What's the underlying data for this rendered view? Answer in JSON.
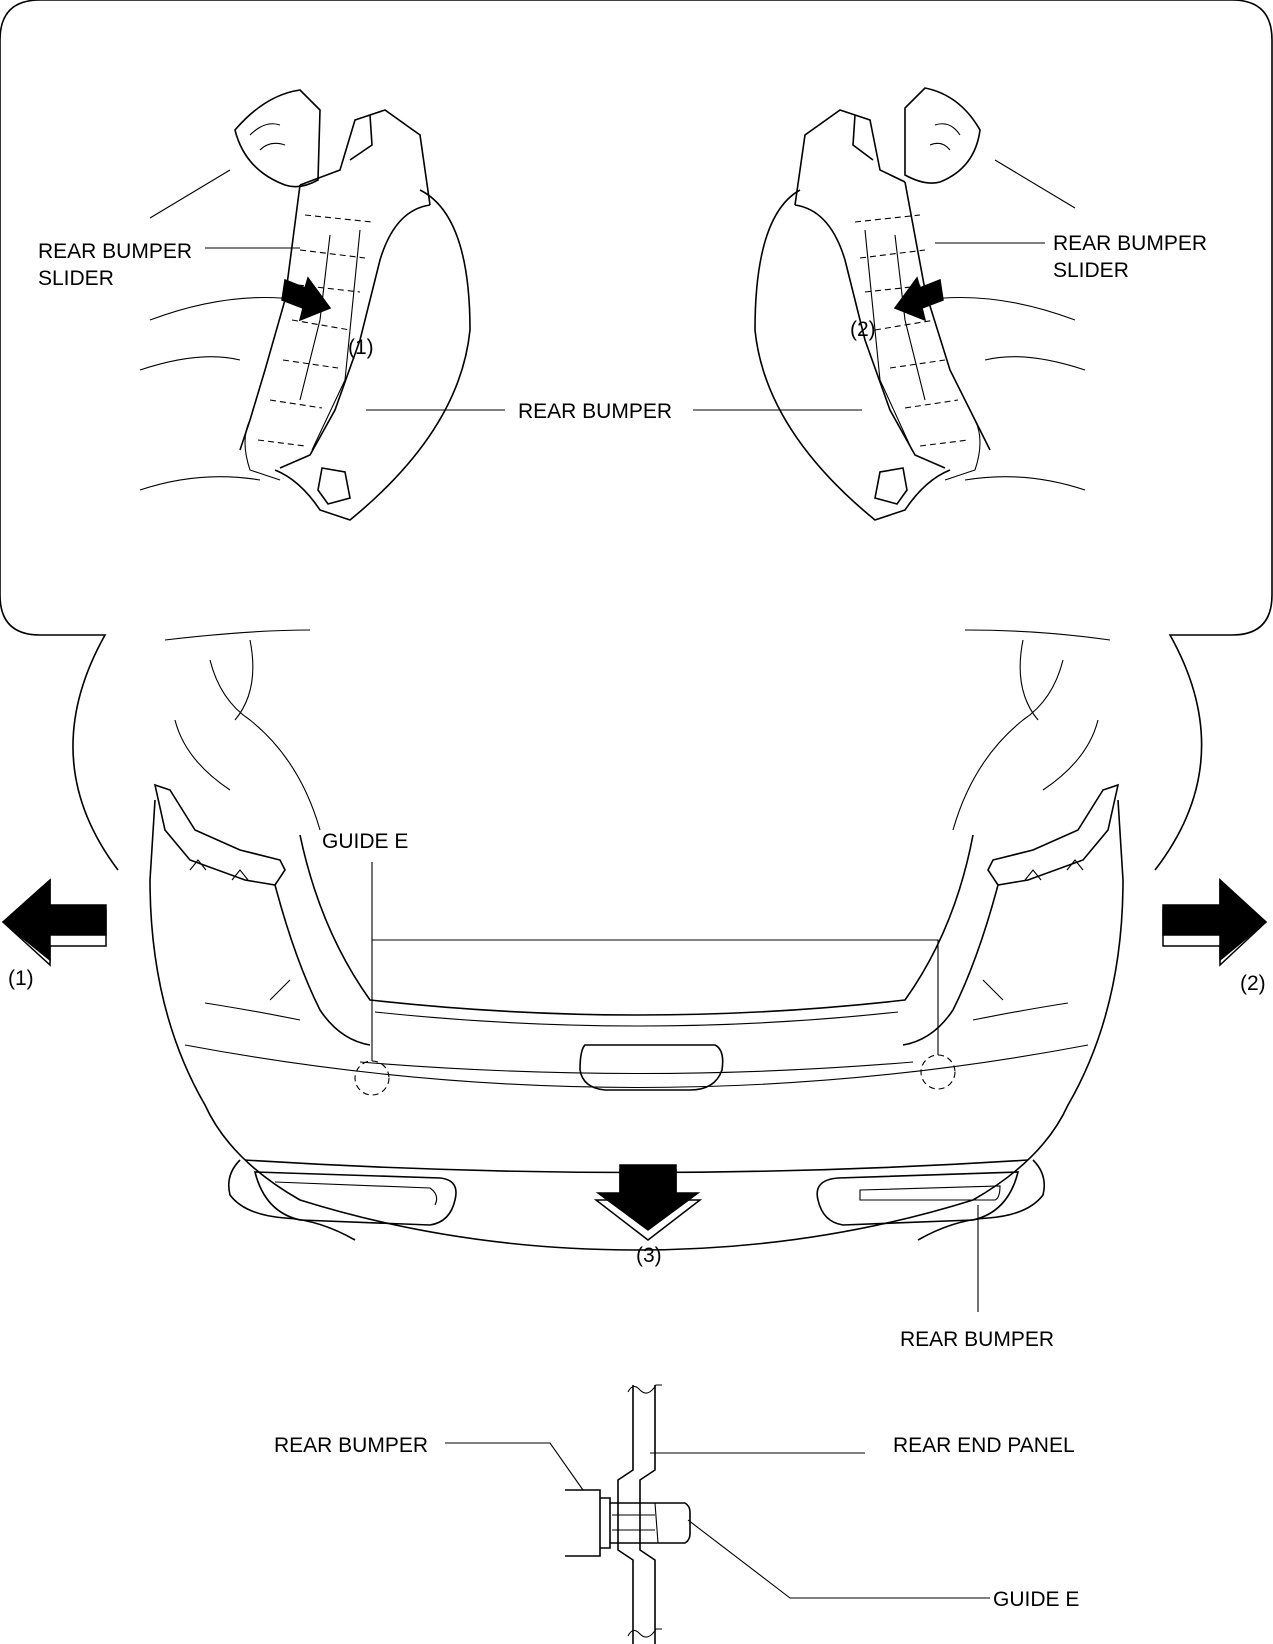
{
  "labels": {
    "rear_bumper_slider_left_line1": "REAR BUMPER",
    "rear_bumper_slider_left_line2": "SLIDER",
    "rear_bumper_slider_right_line1": "REAR BUMPER",
    "rear_bumper_slider_right_line2": "SLIDER",
    "rear_bumper_top": "REAR BUMPER",
    "step_1_detail": "(1)",
    "step_2_detail": "(2)",
    "guide_e_main": "GUIDE E",
    "step_1_side": "(1)",
    "step_2_side": "(2)",
    "step_3": "(3)",
    "rear_bumper_bottom": "REAR BUMPER",
    "section_rear_bumper": "REAR BUMPER",
    "section_rear_end_panel": "REAR END PANEL",
    "section_guide_e": "GUIDE E"
  },
  "icons": [
    "arrow-left-icon",
    "arrow-right-icon",
    "arrow-down-icon",
    "detail-arrow-icon"
  ]
}
